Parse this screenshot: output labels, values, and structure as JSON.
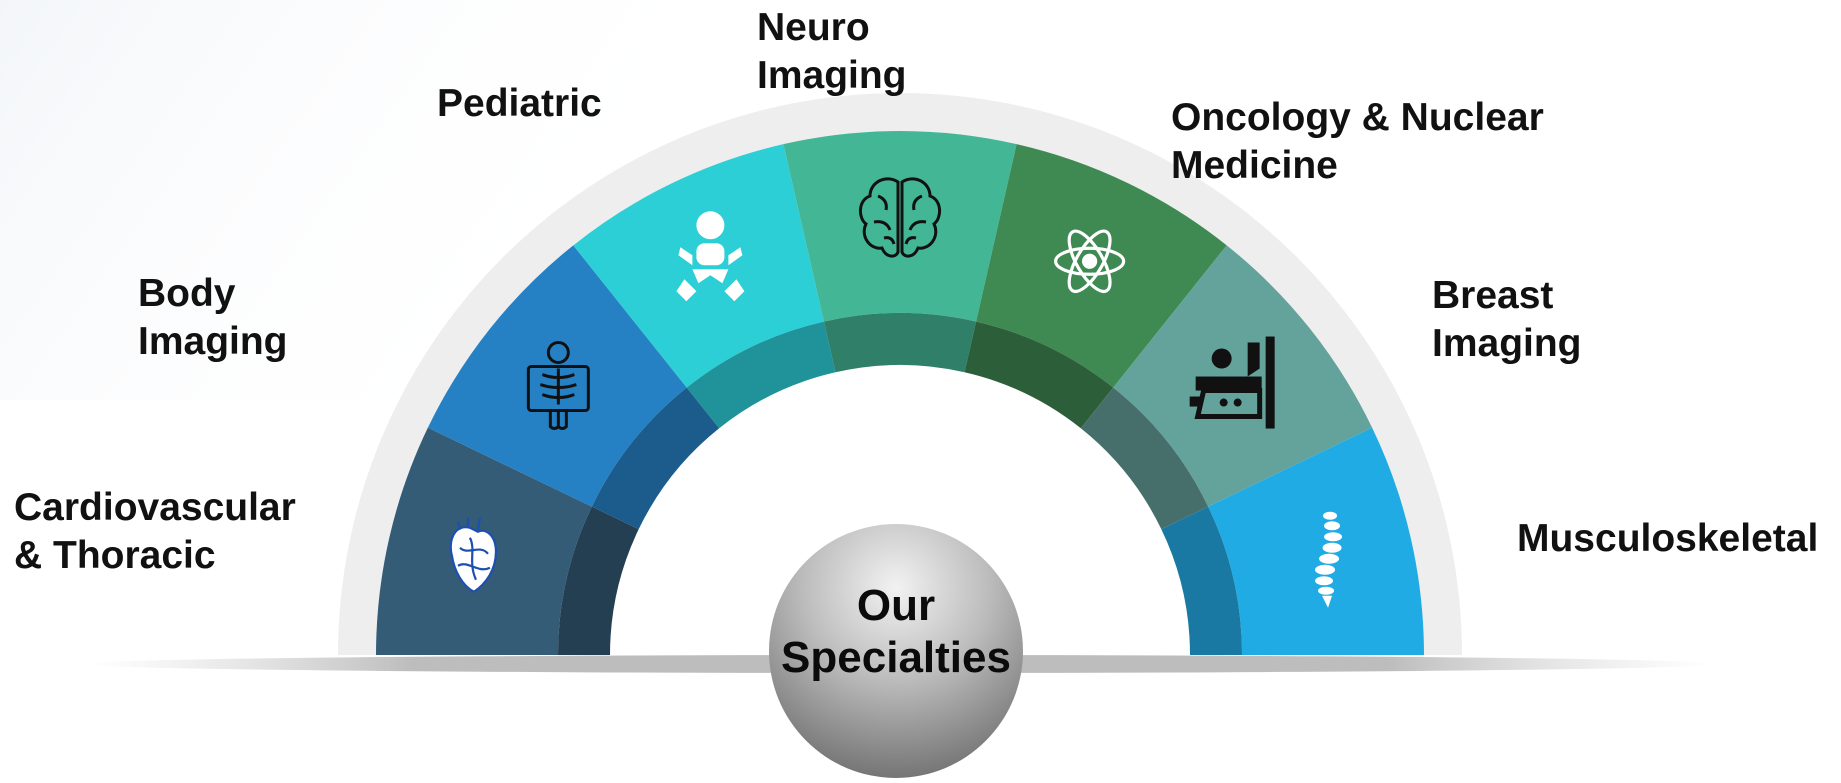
{
  "center": {
    "line1": "Our",
    "line2": "Specialties"
  },
  "segments": [
    {
      "id": "cardiovascular",
      "lines": [
        "Cardiovascular",
        "& Thoracic"
      ],
      "color": "#345c77",
      "inner_color": "#253f52",
      "icon": "heart-icon"
    },
    {
      "id": "body",
      "lines": [
        "Body",
        "Imaging"
      ],
      "color": "#2581c4",
      "inner_color": "#1b5c8c",
      "icon": "xray-icon"
    },
    {
      "id": "pediatric",
      "lines": [
        "Pediatric"
      ],
      "color": "#2ccfd6",
      "inner_color": "#1f9399",
      "icon": "baby-icon"
    },
    {
      "id": "neuro",
      "lines": [
        "Neuro",
        "Imaging"
      ],
      "color": "#43b795",
      "inner_color": "#2f7f69",
      "icon": "brain-icon"
    },
    {
      "id": "oncology",
      "lines": [
        "Oncology & Nuclear",
        "Medicine"
      ],
      "color": "#3e8a52",
      "inner_color": "#2c5f39",
      "icon": "atom-icon"
    },
    {
      "id": "breast",
      "lines": [
        "Breast",
        "Imaging"
      ],
      "color": "#63a39b",
      "inner_color": "#466f6c",
      "icon": "mammography-icon"
    },
    {
      "id": "musculoskeletal",
      "lines": [
        "Musculoskeletal"
      ],
      "color": "#21abe4",
      "inner_color": "#1979a2",
      "icon": "spine-icon"
    }
  ]
}
